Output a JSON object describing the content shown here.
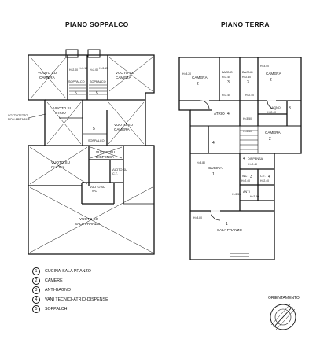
{
  "titles": {
    "upper": "PIANO SOPPALCO",
    "ground": "PIANO TERRA"
  },
  "orientation_label": "ORIENTAMENTO",
  "legend": [
    {
      "num": "1",
      "text": "CUCINA-SALA PRANZO"
    },
    {
      "num": "2",
      "text": "CAMERE"
    },
    {
      "num": "3",
      "text": "ANTI-BAGNO"
    },
    {
      "num": "4",
      "text": "VANI TECNICI-ATRIO-DISPENSE"
    },
    {
      "num": "5",
      "text": "SOPPALCHI"
    }
  ],
  "soppalco": {
    "vuoto_camera_left": [
      "VUOTO SU",
      "CAMERA"
    ],
    "soppalco_left": "SOPPALCO",
    "soppalco_right": "SOPPALCO",
    "vuoto_camera_right": [
      "VUOTO SU",
      "CAMERA"
    ],
    "vuoto_atrio": [
      "VUOTO SU",
      "ATRIO"
    ],
    "sottotetto": [
      "SOTTOTETTO",
      "NON ABITABILE"
    ],
    "vuoto_camera_mid": [
      "VUOTO SU",
      "CAMERA"
    ],
    "soppalco_mid": "SOPPALCO",
    "vuoto_cucina": [
      "VUOTO SU",
      "CUCINA"
    ],
    "vuoto_dispensa": [
      "VUOTO SU",
      "DISPENSA"
    ],
    "vuoto_ct": [
      "VUOTO SU",
      "C.T."
    ],
    "vuoto_wc": [
      "VUOTO SU",
      "WC"
    ],
    "vuoto_sala": [
      "VUOTO SU",
      "SALA PRANZO"
    ],
    "h_left_a": "H=2.00",
    "h_left_b": "H=3.15",
    "h_right_a": "H=2.00",
    "h_right_b": "H=3.15",
    "num_5": "5"
  },
  "terra": {
    "camera_left": "CAMERA",
    "bagno_a": "BAGNO",
    "bagno_b": "BAGNO",
    "camera_right": "CAMERA",
    "atrio": "ATRIO",
    "bagno_c": "BAGNO",
    "camera_mid": "CAMERA",
    "dispensa": "DISPENSA",
    "cucina": "CUCINA",
    "wc": "WC",
    "anti": "ANTI",
    "ct": "C.T.",
    "sala": "SALA PRANZO",
    "h_camera_left": "H=3.20",
    "h_bagno_a": "H=2.40",
    "h_bagno_b": "H=2.40",
    "h_camera_right": "H=3.50",
    "h_bagno_c": "H=2.40",
    "h_atrio": "H=3.50",
    "h_camera_mid": "H=3.50",
    "h_cucina": "H=3.80",
    "h_dispensa": "H=2.40",
    "h_wc": "H=2.40",
    "h_anti": "H=2.40",
    "h_ct": "H=2.40",
    "h_sala": "H=3.80",
    "h_small": "H=2.40",
    "h_cucina_b": "H=3.55",
    "n1a": "1",
    "n1b": "1",
    "n2a": "2",
    "n2b": "2",
    "n2c": "2",
    "n3a": "3",
    "n3b": "3",
    "n3c": "3",
    "n3d": "3",
    "n4a": "4",
    "n4b": "4",
    "n4c": "4",
    "n4d": "4"
  }
}
